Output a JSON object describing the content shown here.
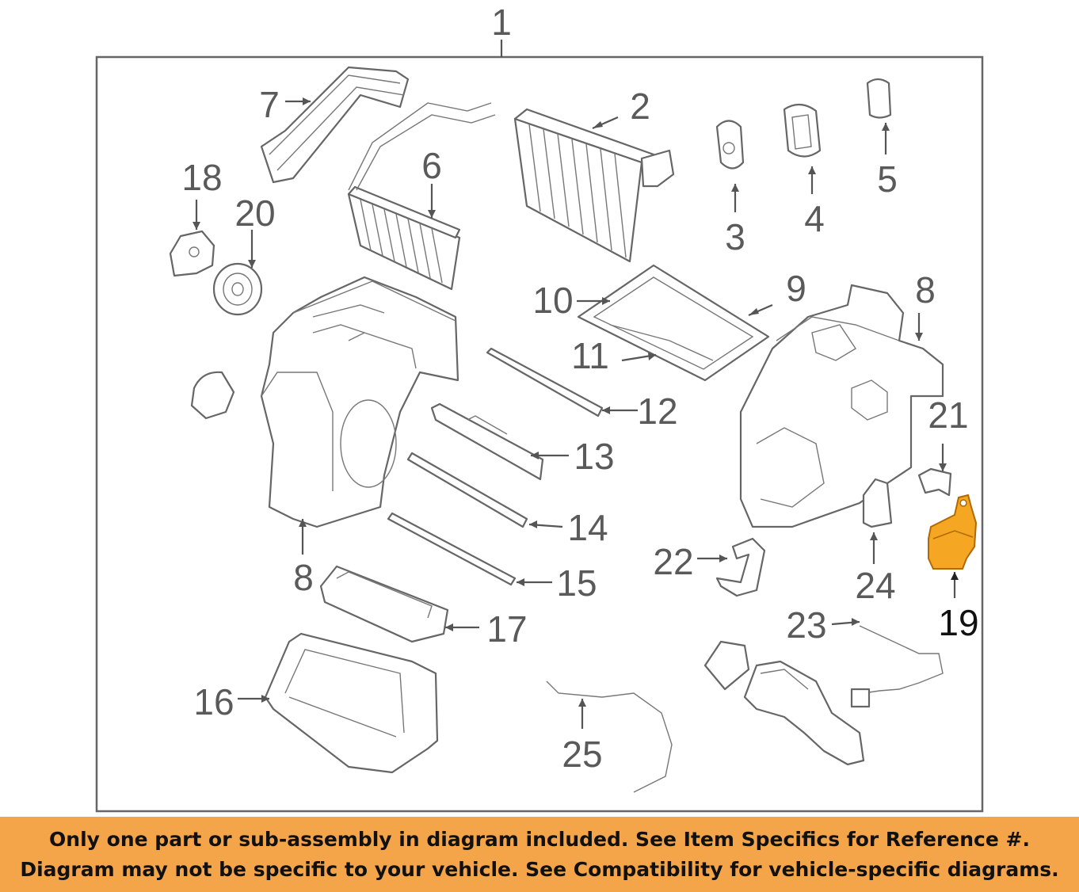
{
  "diagram": {
    "assembly_label": "1",
    "callouts": {
      "c2": "2",
      "c3": "3",
      "c4": "4",
      "c5": "5",
      "c6": "6",
      "c7": "7",
      "c8_right": "8",
      "c8_left": "8",
      "c9": "9",
      "c10": "10",
      "c11": "11",
      "c12": "12",
      "c13": "13",
      "c14": "14",
      "c15": "15",
      "c16": "16",
      "c17": "17",
      "c18": "18",
      "c19": "19",
      "c20": "20",
      "c21": "21",
      "c22": "22",
      "c23": "23",
      "c24": "24",
      "c25": "25"
    },
    "highlighted_part": "19",
    "colors": {
      "highlight_fill": "#f5a623",
      "line_art": "#666666",
      "banner_background": "#f4a54a"
    }
  },
  "banner": {
    "line1": "Only one part or sub-assembly in diagram included. See Item Specifics for Reference #.",
    "line2": "Diagram may not be specific to your vehicle. See Compatibility for vehicle-specific diagrams."
  }
}
